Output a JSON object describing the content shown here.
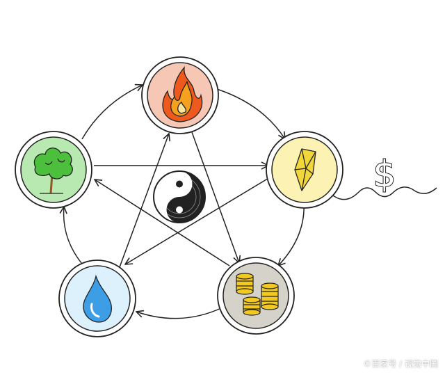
{
  "watermark": "©百家号 / 视觉中国",
  "dollar_sign": "$",
  "nodes": [
    {
      "id": "fire",
      "icon": "flame-icon",
      "fill": "#f6c7b4"
    },
    {
      "id": "earth",
      "icon": "crystal-icon",
      "fill": "#fbf2b4"
    },
    {
      "id": "metal",
      "icon": "coins-icon",
      "fill": "#d4d2c9"
    },
    {
      "id": "water",
      "icon": "drop-icon",
      "fill": "#dcf1fb"
    },
    {
      "id": "wood",
      "icon": "tree-icon",
      "fill": "#b7e9b1"
    }
  ],
  "colors": {
    "stroke": "#222222",
    "flame_outer": "#ee5a1e",
    "flame_inner": "#f6a11d",
    "crystal": "#f2d73a",
    "coin": "#f2c921",
    "drop": "#3d9ee6",
    "leaf": "#4cbf3c",
    "trunk": "#8a5a2b"
  }
}
